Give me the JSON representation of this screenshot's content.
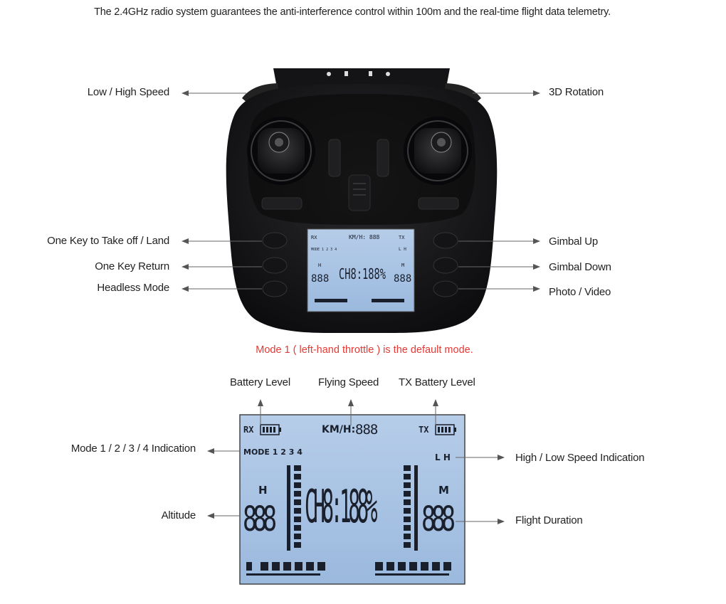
{
  "header": "The 2.4GHz radio system guarantees the anti-interference control within 100m and the real-time flight data telemetry.",
  "controller_labels": {
    "low_high_speed": "Low / High Speed",
    "rotation_3d": "3D Rotation",
    "take_off_land": "One Key to Take off / Land",
    "key_return": "One Key Return",
    "headless_mode": "Headless Mode",
    "gimbal_up": "Gimbal Up",
    "gimbal_down": "Gimbal Down",
    "photo_video": "Photo / Video"
  },
  "mode_note": "Mode 1 ( left-hand throttle ) is the default mode.",
  "lcd_labels": {
    "battery_level": "Battery Level",
    "flying_speed": "Flying Speed",
    "tx_battery_level": "TX Battery Level",
    "mode_indication": "Mode 1 / 2 / 3 / 4 Indication",
    "altitude": "Altitude",
    "high_low_speed": "High / Low Speed Indication",
    "flight_duration": "Flight Duration"
  },
  "lcd": {
    "rx": "RX",
    "kmh": "KM/H:",
    "speed_digits": "888",
    "tx": "TX",
    "mode": "MODE 1 2 3 4",
    "lh": "L H",
    "h": "H",
    "m": "M",
    "left_digits": "888",
    "channel": "CH8:188%",
    "right_digits": "888"
  },
  "colors": {
    "note_red": "#e53935",
    "lcd_bg": "#a9c4e4",
    "lcd_ink": "#1a1f2c",
    "controller_body": "#1c1c1e"
  }
}
